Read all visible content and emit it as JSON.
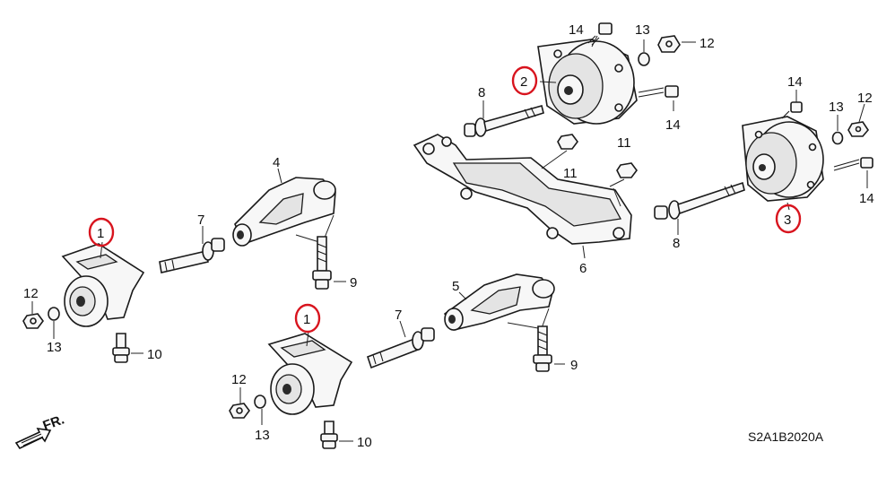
{
  "diagram_code": "S2A1B2020A",
  "direction_label": "FR.",
  "callouts": {
    "c1a": "1",
    "c1b": "1",
    "c2": "2",
    "c3": "3",
    "c4": "4",
    "c5": "5",
    "c6": "6",
    "c7a": "7",
    "c7b": "7",
    "c8a": "8",
    "c8b": "8",
    "c9a": "9",
    "c9b": "9",
    "c10a": "10",
    "c10b": "10",
    "c11a": "11",
    "c11b": "11",
    "c12a": "12",
    "c12b": "12",
    "c12c": "12",
    "c12d": "12",
    "c13a": "13",
    "c13b": "13",
    "c13c": "13",
    "c13d": "13",
    "c14a": "14",
    "c14b": "14",
    "c14c": "14",
    "c14d": "14"
  },
  "highlight_color": "#d8141e"
}
